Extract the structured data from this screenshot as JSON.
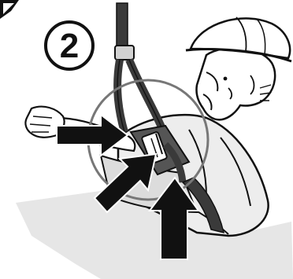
{
  "step": {
    "number": "2"
  },
  "colors": {
    "ink": "#111111",
    "paper": "#ffffff",
    "shade_light": "#e6e6e6",
    "shade_mid": "#d2d2d2",
    "strap": "#3a3a3a"
  },
  "icons": {
    "arrows": "block-arrow-pointing-to-buckle",
    "worker": "hardhat-worker-illustration",
    "harness": "fall-protection-harness"
  }
}
